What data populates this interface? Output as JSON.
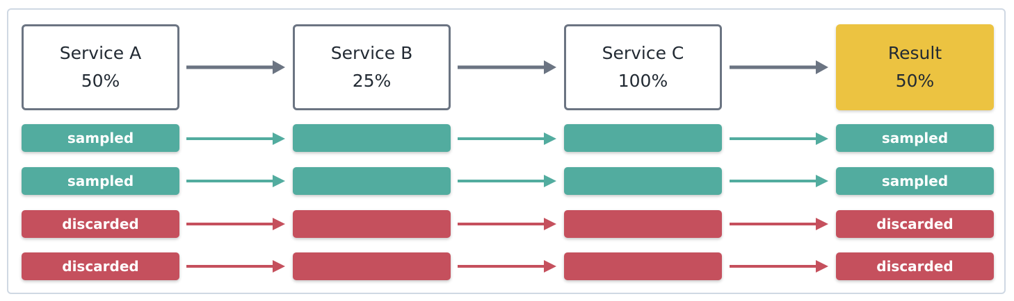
{
  "colors": {
    "sampled": "#52ac9f",
    "discarded": "#c5505d",
    "header_arrow": "#6b7482",
    "result_box": "#ecc341",
    "box_border": "#6b7482"
  },
  "services": [
    {
      "name": "Service A",
      "rate": "50%"
    },
    {
      "name": "Service B",
      "rate": "25%"
    },
    {
      "name": "Service C",
      "rate": "100%"
    },
    {
      "name": "Result",
      "rate": "50%"
    }
  ],
  "rows": [
    {
      "status": "sampled",
      "first_label": "sampled",
      "last_label": "sampled"
    },
    {
      "status": "sampled",
      "first_label": "sampled",
      "last_label": "sampled"
    },
    {
      "status": "discarded",
      "first_label": "discarded",
      "last_label": "discarded"
    },
    {
      "status": "discarded",
      "first_label": "discarded",
      "last_label": "discarded"
    }
  ]
}
